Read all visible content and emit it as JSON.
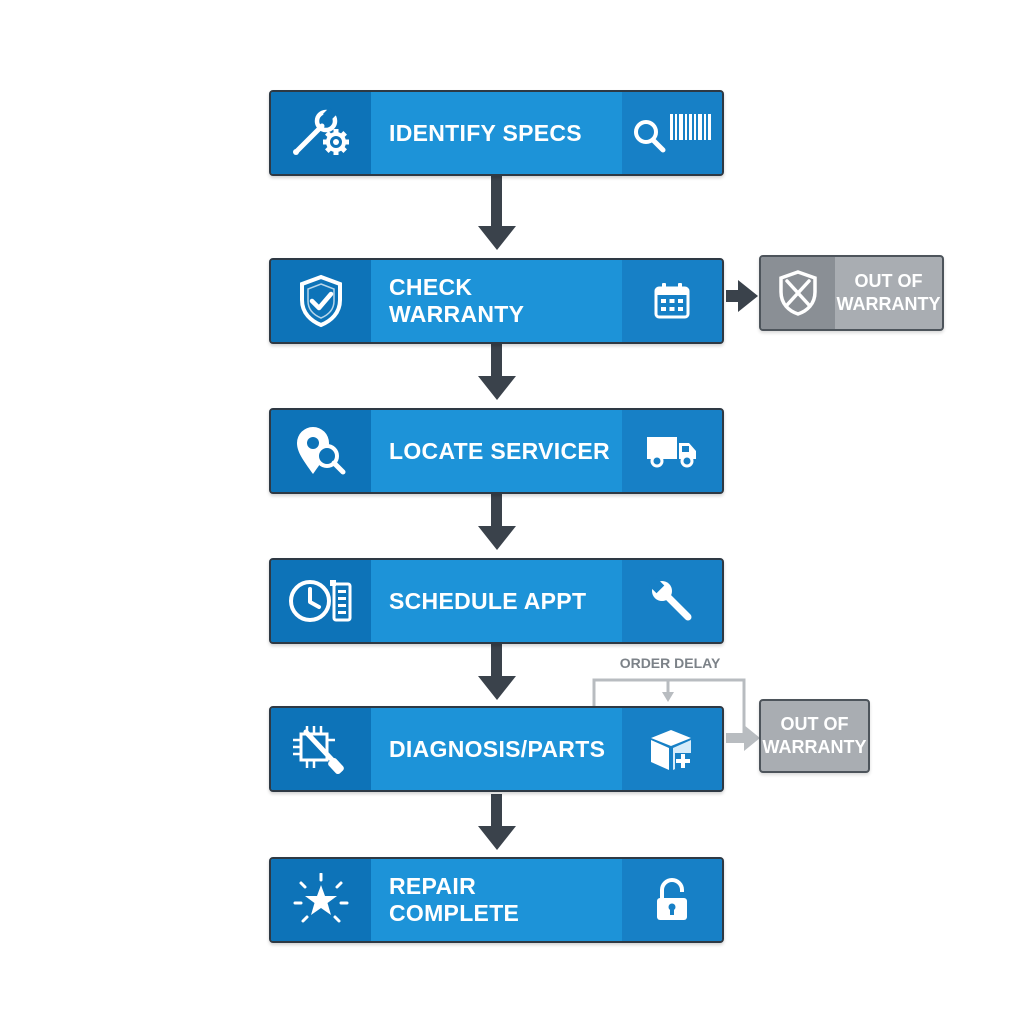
{
  "steps": [
    {
      "label": "IDENTIFY SPECS",
      "left_icon": "wrench-gear-icon",
      "right_icon": "magnifier-barcode-icon"
    },
    {
      "label": "CHECK WARRANTY",
      "left_icon": "shield-check-icon",
      "right_icon": "calendar-icon"
    },
    {
      "label": "LOCATE SERVICER",
      "left_icon": "map-pin-search-icon",
      "right_icon": "truck-icon"
    },
    {
      "label": "SCHEDULE APPT",
      "left_icon": "clock-checklist-icon",
      "right_icon": "wrench-icon"
    },
    {
      "label": "DIAGNOSIS/PARTS",
      "left_icon": "circuit-screwdriver-icon",
      "right_icon": "box-plus-icon"
    },
    {
      "label": "REPAIR COMPLETE",
      "left_icon": "star-burst-icon",
      "right_icon": "unlocked-padlock-icon"
    }
  ],
  "side_boxes": [
    {
      "line1": "OUT OF",
      "line2": "WARRANTY",
      "icon": "shield-crossed-icon"
    },
    {
      "line1": "OUT OF",
      "line2": "WARRANTY"
    }
  ],
  "loop_label": "ORDER DELAY",
  "colors": {
    "step_fill": "#1d93d8",
    "step_icon_left": "#0d73b8",
    "step_icon_right": "#1780c6",
    "border": "#2e3944",
    "arrow": "#3a424b",
    "side_fill": "#a9adb2",
    "side_icon_cell": "#8a8f95",
    "loop_line": "#b8bcc0"
  }
}
